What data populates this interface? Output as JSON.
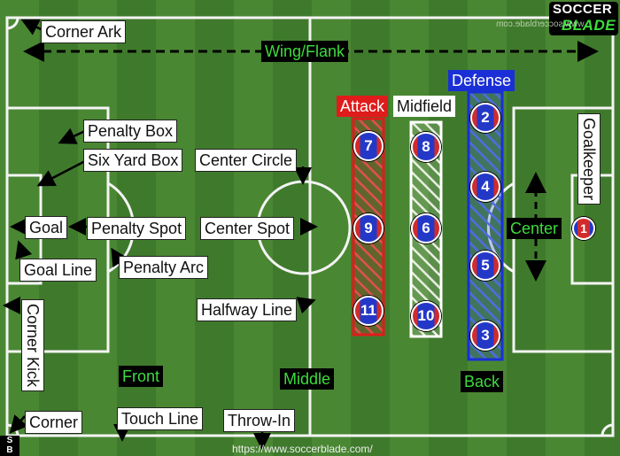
{
  "logo": {
    "line1": "SOCCER",
    "line2": "BLADE"
  },
  "labels": {
    "corner_ark": "Corner Ark",
    "wing_flank": "Wing/Flank",
    "penalty_box": "Penalty Box",
    "six_yard_box": "Six Yard Box",
    "center_circle": "Center Circle",
    "goal": "Goal",
    "penalty_spot": "Penalty Spot",
    "center_spot": "Center Spot",
    "goal_line": "Goal Line",
    "penalty_arc": "Penalty Arc",
    "halfway_line": "Halfway Line",
    "corner_kick": "Corner Kick",
    "corner": "Corner",
    "touch_line": "Touch Line",
    "throw_in": "Throw-In",
    "front": "Front",
    "middle": "Middle",
    "back": "Back",
    "center": "Center",
    "goalkeeper": "Goalkeeper"
  },
  "zones": {
    "attack": {
      "label": "Attack",
      "color": "#e01b1b"
    },
    "midfield": {
      "label": "Midfield",
      "color": "#ffffff"
    },
    "defense": {
      "label": "Defense",
      "color": "#1a2fd6"
    }
  },
  "players": {
    "p7": "7",
    "p9": "9",
    "p11": "11",
    "p8": "8",
    "p6": "6",
    "p10": "10",
    "p2": "2",
    "p4": "4",
    "p5": "5",
    "p3": "3",
    "p1": "1"
  },
  "footer": {
    "url": "https://www.soccerblade.com/",
    "badge_top": "S",
    "badge_bottom": "B"
  },
  "colors": {
    "pitch": "#3f7a2c",
    "accent_green": "#3ddc3d"
  }
}
